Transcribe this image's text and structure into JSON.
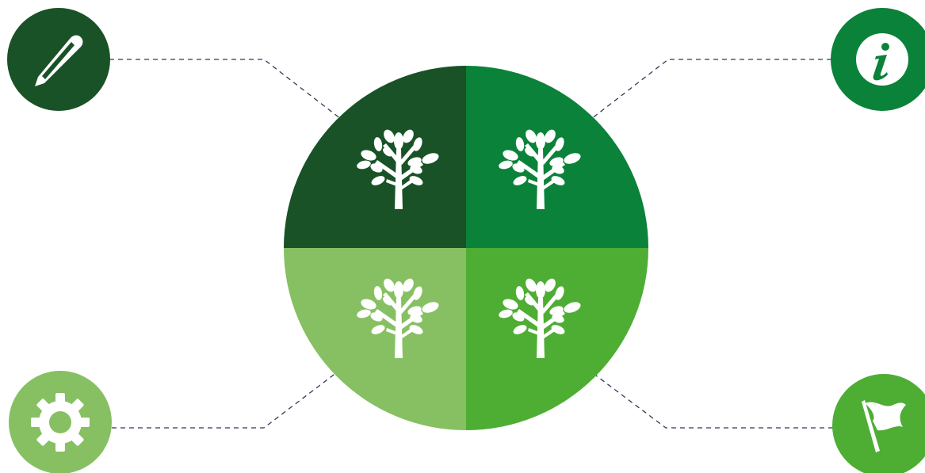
{
  "diagram": {
    "colors": {
      "background": "#ffffff",
      "dark_green": "#185226",
      "green": "#0b8239",
      "light_green": "#87c062",
      "bright_green": "#4ead33",
      "icon_fill": "#ffffff",
      "connector": "#2f3a56"
    },
    "quadrants": [
      {
        "name": "quadrant-top-left",
        "color_key": "dark_green",
        "icon": "tree-icon"
      },
      {
        "name": "quadrant-top-right",
        "color_key": "green",
        "icon": "tree-icon"
      },
      {
        "name": "quadrant-bottom-left",
        "color_key": "light_green",
        "icon": "tree-icon"
      },
      {
        "name": "quadrant-bottom-right",
        "color_key": "bright_green",
        "icon": "tree-icon"
      }
    ],
    "nodes": [
      {
        "name": "pencil-node",
        "icon": "pencil-icon",
        "color_key": "dark_green",
        "links_to": "quadrant-top-left"
      },
      {
        "name": "info-node",
        "icon": "info-icon",
        "color_key": "green",
        "links_to": "quadrant-top-right"
      },
      {
        "name": "gear-node",
        "icon": "gear-icon",
        "color_key": "light_green",
        "links_to": "quadrant-bottom-left"
      },
      {
        "name": "flag-node",
        "icon": "flag-icon",
        "color_key": "bright_green",
        "links_to": "quadrant-bottom-right"
      }
    ]
  }
}
